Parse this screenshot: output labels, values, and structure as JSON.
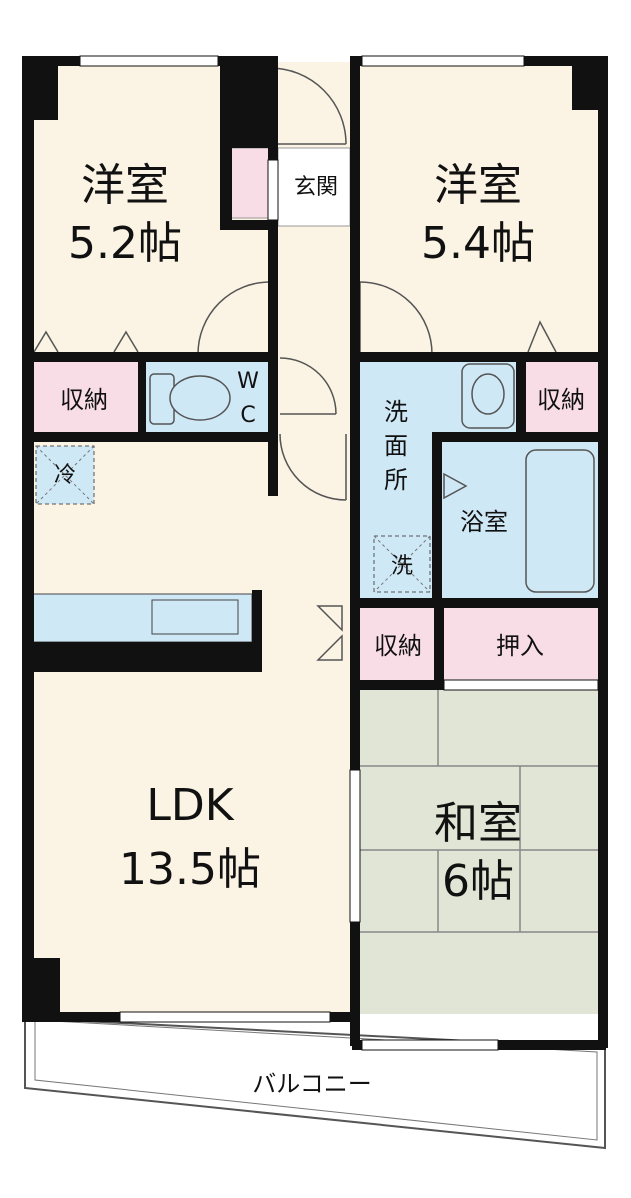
{
  "floorplan": {
    "rooms": {
      "western_room_1": {
        "name": "洋室",
        "size": "5.2帖"
      },
      "western_room_2": {
        "name": "洋室",
        "size": "5.4帖"
      },
      "ldk": {
        "name": "LDK",
        "size": "13.5帖"
      },
      "japanese_room": {
        "name": "和室",
        "size": "6帖"
      },
      "entrance": "玄関",
      "toilet_w": "W",
      "toilet_c": "C",
      "storage_1": "収納",
      "storage_2": "収納",
      "storage_3": "収納",
      "washroom": [
        "洗",
        "面",
        "所"
      ],
      "bathroom": "浴室",
      "closet": "押入",
      "fridge": "冷",
      "washer": "洗",
      "balcony": "バルコニー"
    },
    "colors": {
      "floor": "#fbf3e3",
      "wet_area": "#cfe8f6",
      "storage": "#f8dde6",
      "tatami": "#e1e5d6",
      "wall": "#111111"
    }
  }
}
